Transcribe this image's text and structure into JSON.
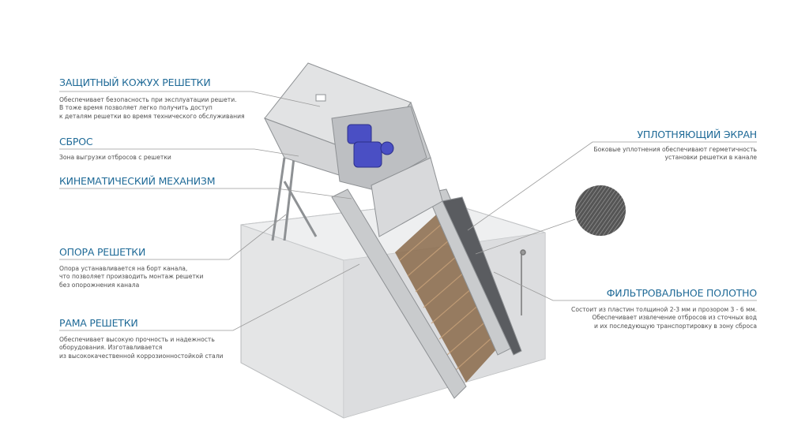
{
  "callouts": {
    "guard": {
      "title": "ЗАЩИТНЫЙ КОЖУХ РЕШЕТКИ",
      "lines": [
        "Обеспечивает безопасность при эксплуатации решети.",
        "В тоже время позволяет легко получить доступ",
        "к деталям решетки во время технического обслуживания"
      ]
    },
    "discharge": {
      "title": "СБРОС",
      "lines": [
        "Зона выгрузки отбросов с решетки"
      ]
    },
    "kinematics": {
      "title": "КИНЕМАТИЧЕСКИЙ МЕХАНИЗМ"
    },
    "support": {
      "title": "ОПОРА РЕШЕТКИ",
      "lines": [
        "Опора устанавливается на борт канала,",
        "что позволяет производить монтаж решетки",
        "без опорожнения канала"
      ]
    },
    "frame": {
      "title": "РАМА РЕШЕТКИ",
      "lines": [
        "Обеспечивает высокую прочность и надежность",
        "оборудования. Изготавливается",
        "из высококачественной коррозионностойкой стали"
      ]
    },
    "seal": {
      "title": "УПЛОТНЯЮЩИЙ ЭКРАН",
      "lines": [
        "Боковые уплотнения обеспечивают герметичность",
        "установки решетки в канале"
      ]
    },
    "filter": {
      "title": "ФИЛЬТРОВАЛЬНОЕ ПОЛОТНО",
      "lines": [
        "Состоит из пластин толщиной 2-3 мм и прозором 3 - 6 мм.",
        "Обеспечивает извлечение отбросов из сточных вод",
        "и их последующую транспортировку в зону сброса"
      ]
    }
  },
  "colors": {
    "title": "#1f6a97",
    "text": "#4e4e4e",
    "motor": "#4a4fc4",
    "filter": "#8a6a4a"
  }
}
